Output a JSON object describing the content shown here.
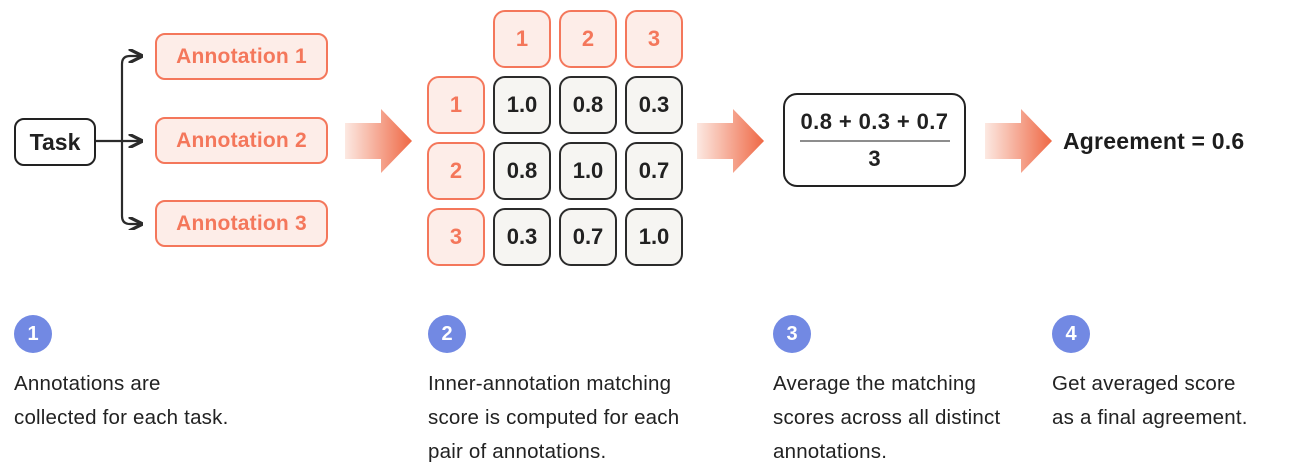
{
  "flow": {
    "task_label": "Task",
    "annotations": [
      "Annotation 1",
      "Annotation 2",
      "Annotation 3"
    ],
    "matrix": {
      "col_headers": [
        "1",
        "2",
        "3"
      ],
      "row_headers": [
        "1",
        "2",
        "3"
      ],
      "values": [
        [
          "1.0",
          "0.8",
          "0.3"
        ],
        [
          "0.8",
          "1.0",
          "0.7"
        ],
        [
          "0.3",
          "0.7",
          "1.0"
        ]
      ]
    },
    "formula": {
      "numerator": "0.8 + 0.3 + 0.7",
      "denominator": "3"
    },
    "result": "Agreement = 0.6"
  },
  "steps": [
    {
      "number": "1",
      "lines": [
        "Annotations are",
        "collected for each task."
      ]
    },
    {
      "number": "2",
      "lines": [
        "Inner-annotation matching",
        "score is computed for each",
        "pair of annotations."
      ]
    },
    {
      "number": "3",
      "lines": [
        "Average the matching",
        "scores across all distinct",
        "annotations."
      ]
    },
    {
      "number": "4",
      "lines": [
        "Get averaged score",
        "as a final agreement."
      ]
    }
  ],
  "icons": {
    "flow_arrow": "arrow-right",
    "connector": "branching-arrows"
  },
  "colors": {
    "salmon": "#F4775B",
    "salmon_light": "#FDEDE8",
    "arrow_grad_start": "#FCE9E2",
    "arrow_grad_end": "#EF6845",
    "step_badge": "#7289E3",
    "dark": "#212121",
    "cell_fill": "#F6F5F2",
    "cell_border": "#2B2B2B",
    "frac_rule": "#8D8D8D"
  }
}
